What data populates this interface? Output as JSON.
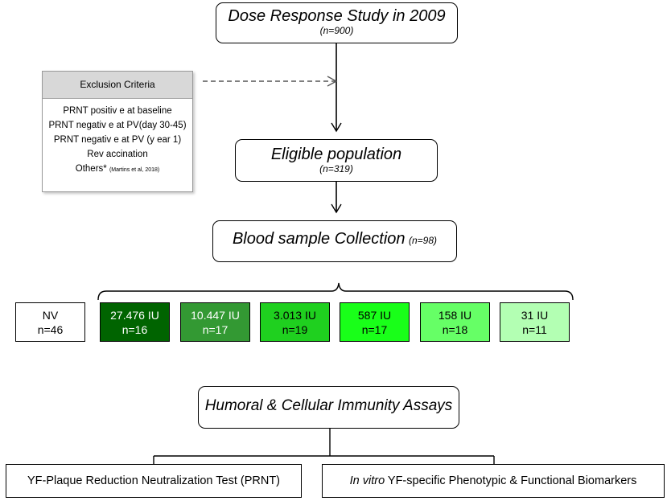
{
  "study": {
    "title": "Dose Response Study in 2009",
    "n": "(n=900)"
  },
  "exclusion": {
    "header": "Exclusion Criteria",
    "items": [
      "PRNT positiv e at baseline",
      "PRNT negativ e at PV(day 30-45)",
      "PRNT negativ e at  PV  (y ear 1)",
      "Rev accination"
    ],
    "others_label": "Others*",
    "others_citation": "(Martins et al, 2018)"
  },
  "eligible": {
    "title": "Eligible population",
    "n": "(n=319)"
  },
  "blood": {
    "title": "Blood sample Collection",
    "n": "(n=98)"
  },
  "groups": [
    {
      "label": "NV",
      "n": "n=46",
      "color": "#ffffff",
      "text_color": "#000000"
    },
    {
      "label": "27.476 IU",
      "n": "n=16",
      "color": "#006400",
      "text_color": "#ffffff"
    },
    {
      "label": "10.447 IU",
      "n": "n=17",
      "color": "#339933",
      "text_color": "#ffffff"
    },
    {
      "label": "3.013 IU",
      "n": "n=19",
      "color": "#1fd01f",
      "text_color": "#000000"
    },
    {
      "label": "587 IU",
      "n": "n=17",
      "color": "#19ff19",
      "text_color": "#000000"
    },
    {
      "label": "158 IU",
      "n": "n=18",
      "color": "#66ff66",
      "text_color": "#000000"
    },
    {
      "label": "31 IU",
      "n": "n=11",
      "color": "#b3ffb3",
      "text_color": "#000000"
    }
  ],
  "assays": {
    "title": "Humoral & Cellular Immunity Assays"
  },
  "outputs": {
    "prnt": "YF-Plaque Reduction Neutralization Test (PRNT)",
    "invitro_italic": "In vitro",
    "invitro_rest": " YF-specific Phenotypic & Functional Biomarkers"
  }
}
